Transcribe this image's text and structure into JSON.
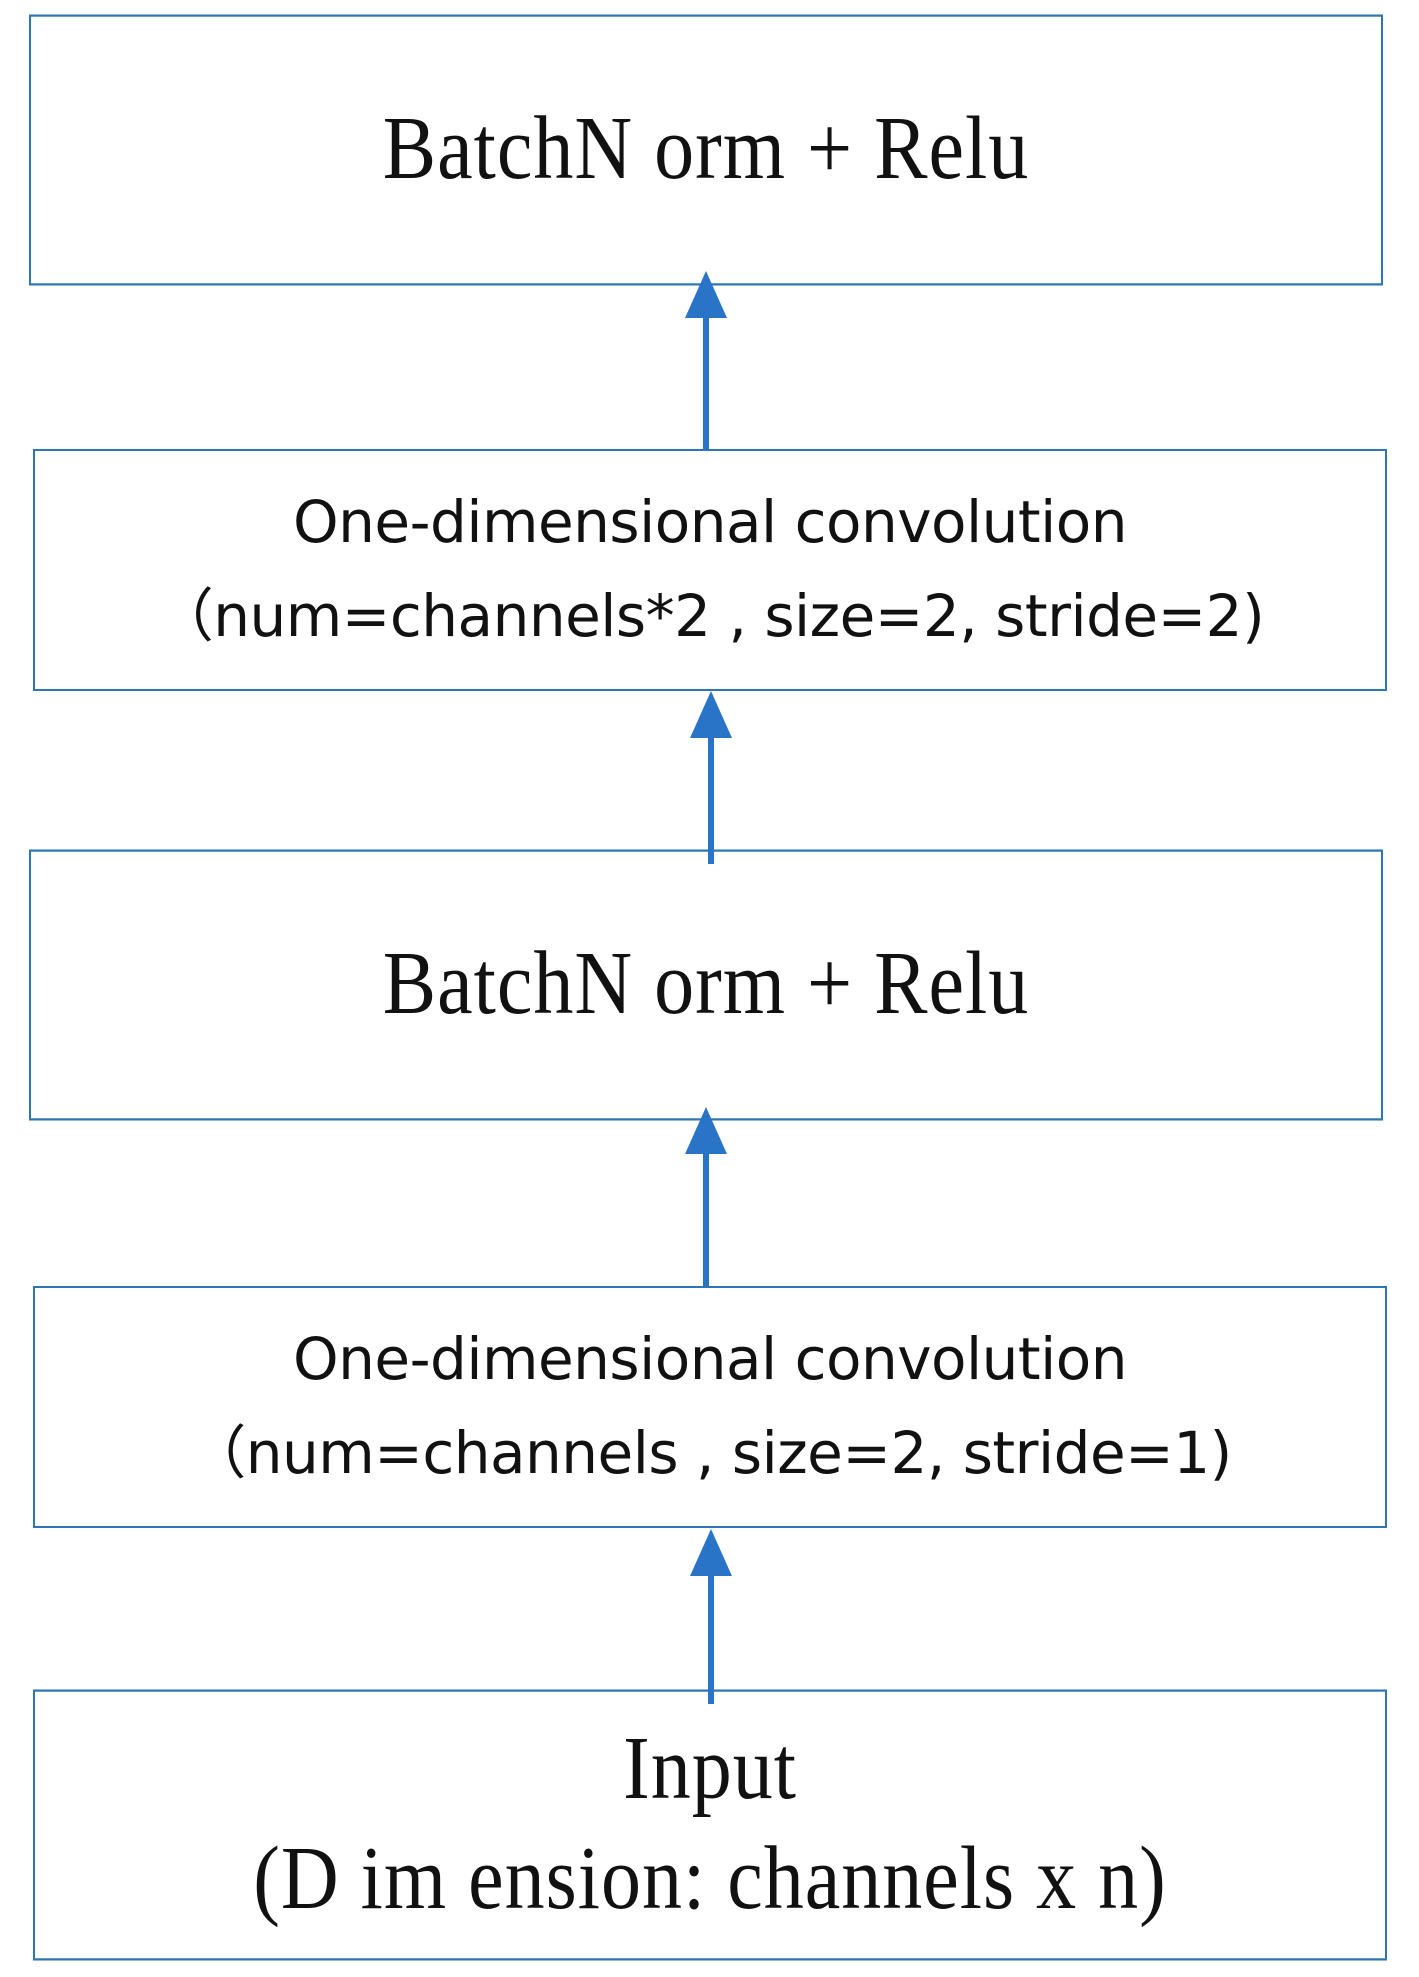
{
  "colors": {
    "box_border": "#2e75b6",
    "arrow": "#2a74c7",
    "text": "#111111"
  },
  "diagram": {
    "nodes": [
      {
        "id": "batchnorm-relu-top",
        "lines": [
          "BatchN orm + Relu"
        ]
      },
      {
        "id": "conv-stride-2",
        "lines": [
          "One-dimensional convolution",
          "（num=channels*2 , size=2, stride=2)"
        ]
      },
      {
        "id": "batchnorm-relu-middle",
        "lines": [
          "BatchN orm + Relu"
        ]
      },
      {
        "id": "conv-stride-1",
        "lines": [
          "One-dimensional convolution",
          "（num=channels , size=2, stride=1)"
        ]
      },
      {
        "id": "input",
        "lines": [
          "Input",
          "(D im ension: channels x n)"
        ]
      }
    ],
    "edges": [
      {
        "from": "input",
        "to": "conv-stride-1"
      },
      {
        "from": "conv-stride-1",
        "to": "batchnorm-relu-middle"
      },
      {
        "from": "batchnorm-relu-middle",
        "to": "conv-stride-2"
      },
      {
        "from": "conv-stride-2",
        "to": "batchnorm-relu-top"
      }
    ]
  }
}
